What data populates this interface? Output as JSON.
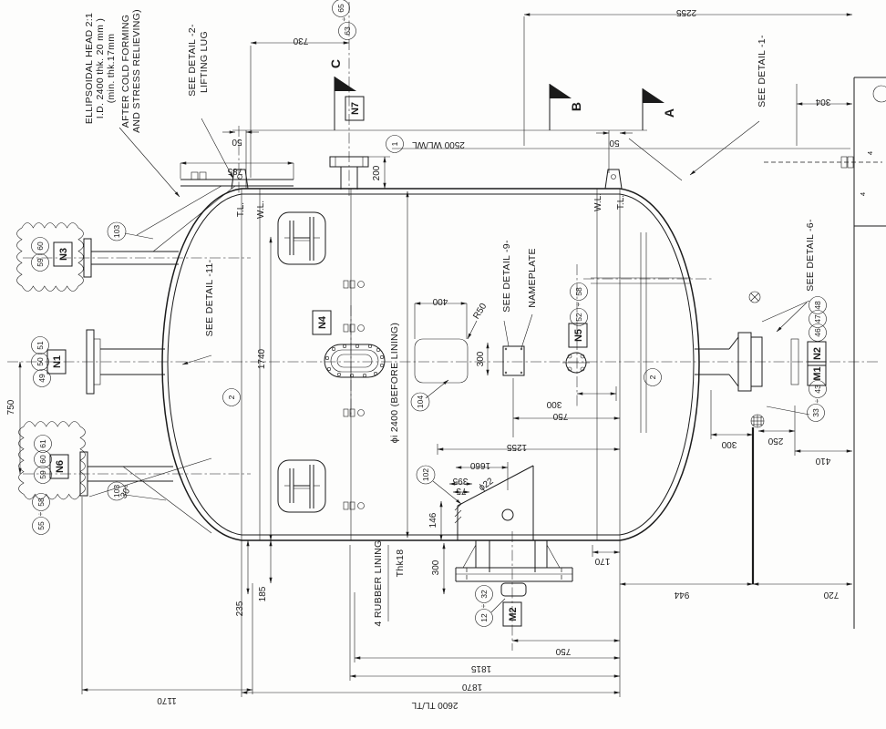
{
  "notes": {
    "head": [
      "ELLIPSOIDAL HEAD 2:1",
      "I.D. 2400 thk. 20 mm )",
      "(min. thk.17mm",
      "AFTER COLD FORMING",
      "AND STRESS RELIEVING)"
    ],
    "inner_dia": "ϕi 2400 (BEFORE LINING)",
    "rubber_lining": "4 RUBBER LINING",
    "thk": "Thk18",
    "nameplate": "NAMEPLATE",
    "water_line": "2500 WL/WL",
    "tl_tl": "2600 TL/TL"
  },
  "details": {
    "d1": "SEE DETAIL -1-",
    "d2": "SEE DETAIL -2-",
    "d2b": "LIFTING LUG",
    "d6": "SEE DETAIL -6-",
    "d9": "SEE DETAIL -9-",
    "d11": "SEE DETAIL -11-"
  },
  "nozzles": {
    "n1": "N1",
    "n2": "N2",
    "n3": "N3",
    "n4": "N4",
    "n5": "N5",
    "n6": "N6",
    "n7": "N7",
    "m1": "M1",
    "m2": "M2"
  },
  "flags": {
    "a": "A",
    "b": "B",
    "c": "C"
  },
  "refs": {
    "tl": "T.L.",
    "wl": "W.L."
  },
  "sym": {
    "div": "÷",
    "deg30": "30°",
    "phi22": "ϕ22",
    "r50": "R50",
    "weld4": "4"
  },
  "balloons": {
    "b1": "1",
    "b2": "2",
    "b12": "12",
    "b32": "32",
    "b33": "33",
    "b43": "43",
    "b46": "46",
    "b47": "47",
    "b48": "48",
    "b49": "49",
    "b50": "50",
    "b51": "51",
    "b52": "52",
    "b55": "55",
    "b58": "58",
    "b59": "59",
    "b60": "60",
    "b61": "61",
    "b63": "63",
    "b65": "65",
    "b102": "102",
    "b103": "103",
    "b104": "104"
  },
  "dims": {
    "v50": "50",
    "v75": "75",
    "v146": "146",
    "v170": "170",
    "v185": "185",
    "v200": "200",
    "v235": "235",
    "v250": "250",
    "v300": "300",
    "v304": "304",
    "v395": "395",
    "v400": "400",
    "v410": "410",
    "v720": "720",
    "v730": "730",
    "v750": "750",
    "v785": "785",
    "v944": "944",
    "v1170": "1170",
    "v1255": "1255",
    "v1660": "1660",
    "v1740": "1740",
    "v1815": "1815",
    "v1870": "1870",
    "v2255": "2255"
  }
}
